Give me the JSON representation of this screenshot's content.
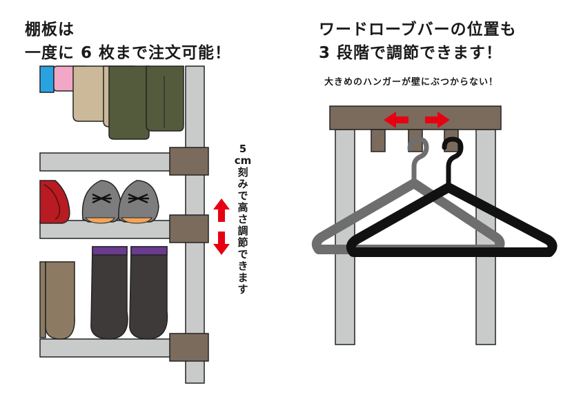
{
  "left_panel": {
    "heading_line1": "棚板は",
    "heading_line2": "一度に 6 枚まで注文可能！",
    "note_number": "5",
    "note_unit": "cm",
    "note_rest": [
      "刻",
      "み",
      "で",
      "高",
      "さ",
      "調",
      "節",
      "で",
      "き",
      "ま",
      "す"
    ]
  },
  "right_panel": {
    "heading_line1": "ワードローブバーの位置も",
    "heading_line2": "3 段階で調節できます！",
    "note": "大きめのハンガーが壁にぶつからない！"
  },
  "colors": {
    "frame": "#c9caca",
    "bracket": "#7b6b5d",
    "arrow_red": "#e60012",
    "boot_dark": "#3e3a39",
    "boot_purple": "#6a3b8f",
    "hanger_black": "#111111",
    "hanger_gray": "#6e6e6e"
  }
}
